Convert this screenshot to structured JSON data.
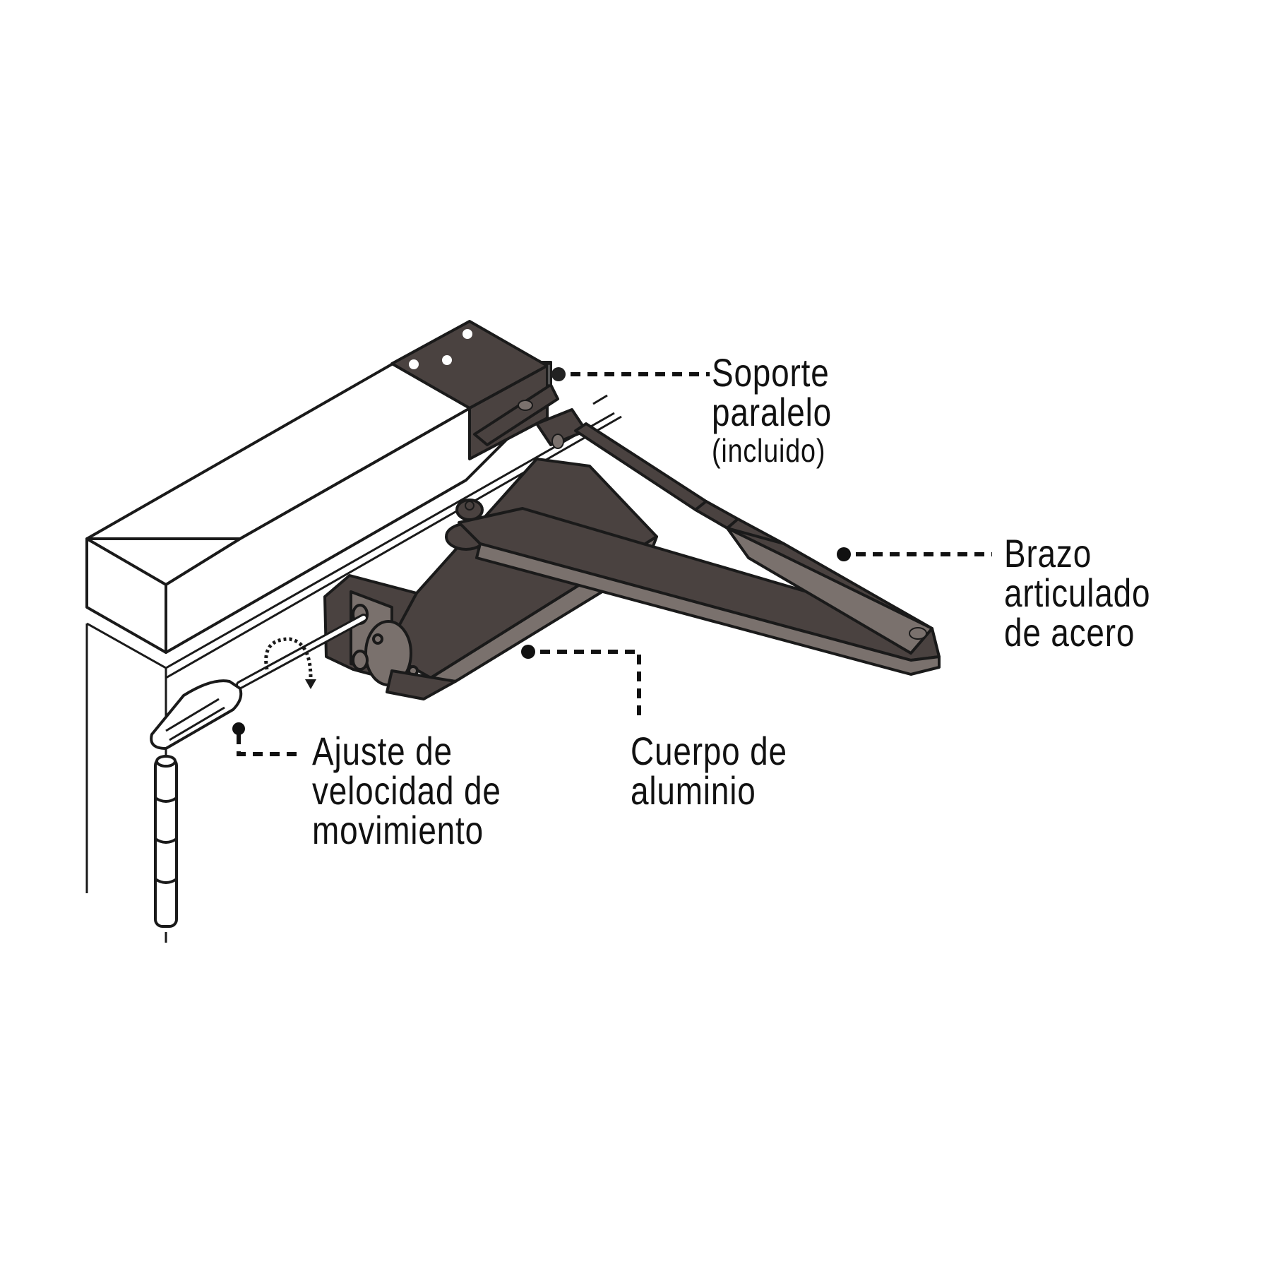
{
  "diagram": {
    "subject": "door-closer-with-parallel-bracket",
    "colors": {
      "body_dark": "#4a4240",
      "body_light": "#7a716d",
      "outline": "#1a1a1a",
      "frame": "#ffffff",
      "leader": "#111111"
    }
  },
  "labels": {
    "soporte": {
      "line1": "Soporte",
      "line2": "paralelo",
      "line3": "(incluido)"
    },
    "brazo": {
      "line1": "Brazo",
      "line2": "articulado",
      "line3": "de acero"
    },
    "cuerpo": {
      "line1": "Cuerpo de",
      "line2": "aluminio"
    },
    "ajuste": {
      "line1": "Ajuste de",
      "line2": "velocidad de",
      "line3": "movimiento"
    }
  }
}
